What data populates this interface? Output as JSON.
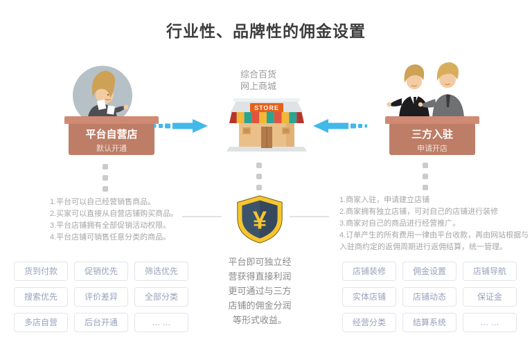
{
  "title": "行业性、品牌性的佣金设置",
  "left_station": {
    "label": "平台自营店",
    "sublabel": "默认开通"
  },
  "center_station": {
    "caption": [
      "综合百货",
      "网上商城"
    ],
    "sign": "STORE"
  },
  "right_station": {
    "label": "三方入驻",
    "sublabel": "申请开店"
  },
  "left_notes": [
    "1.平台可以自己经营销售商品。",
    "2.买家可以直接从自营店铺购买商品。",
    "3.平台店铺拥有全部促销活动权限。",
    "4.平台店铺可销售任意分类的商品。"
  ],
  "right_notes": [
    "1.商家入驻，申请建立店铺",
    "2.商家拥有独立店铺，可对自己的店铺进行装修",
    "3.商家对自己的商品进行经营推广。",
    "4.订单产生的所有费用一律由平台收款，再由网站根据与入驻商约定的返佣周期进行返佣结算，统一管理。"
  ],
  "shield": {
    "currency": "¥"
  },
  "center_summary": [
    "平台即可独立经",
    "营获得直接利润",
    "更可通过与三方",
    "店铺的佣金分润",
    "等形式收益。"
  ],
  "left_buttons": [
    "货到付款",
    "促销优先",
    "筛选优先",
    "搜索优先",
    "评价差异",
    "全部分类",
    "多店自营",
    "后台开通",
    "… …"
  ],
  "right_buttons": [
    "店铺装修",
    "佣金设置",
    "店铺导航",
    "实体店铺",
    "店铺动态",
    "保证金",
    "经营分类",
    "结算系统",
    "… …"
  ],
  "colors": {
    "arrow_blue": "#41b9e9",
    "podium_top": "#d08a73",
    "podium_body": "#bd7d66",
    "shield_gold": "#f6c52e",
    "shield_navy": "#3c536c",
    "button_text": "#98a2bc",
    "sign_orange": "#e8601c"
  }
}
